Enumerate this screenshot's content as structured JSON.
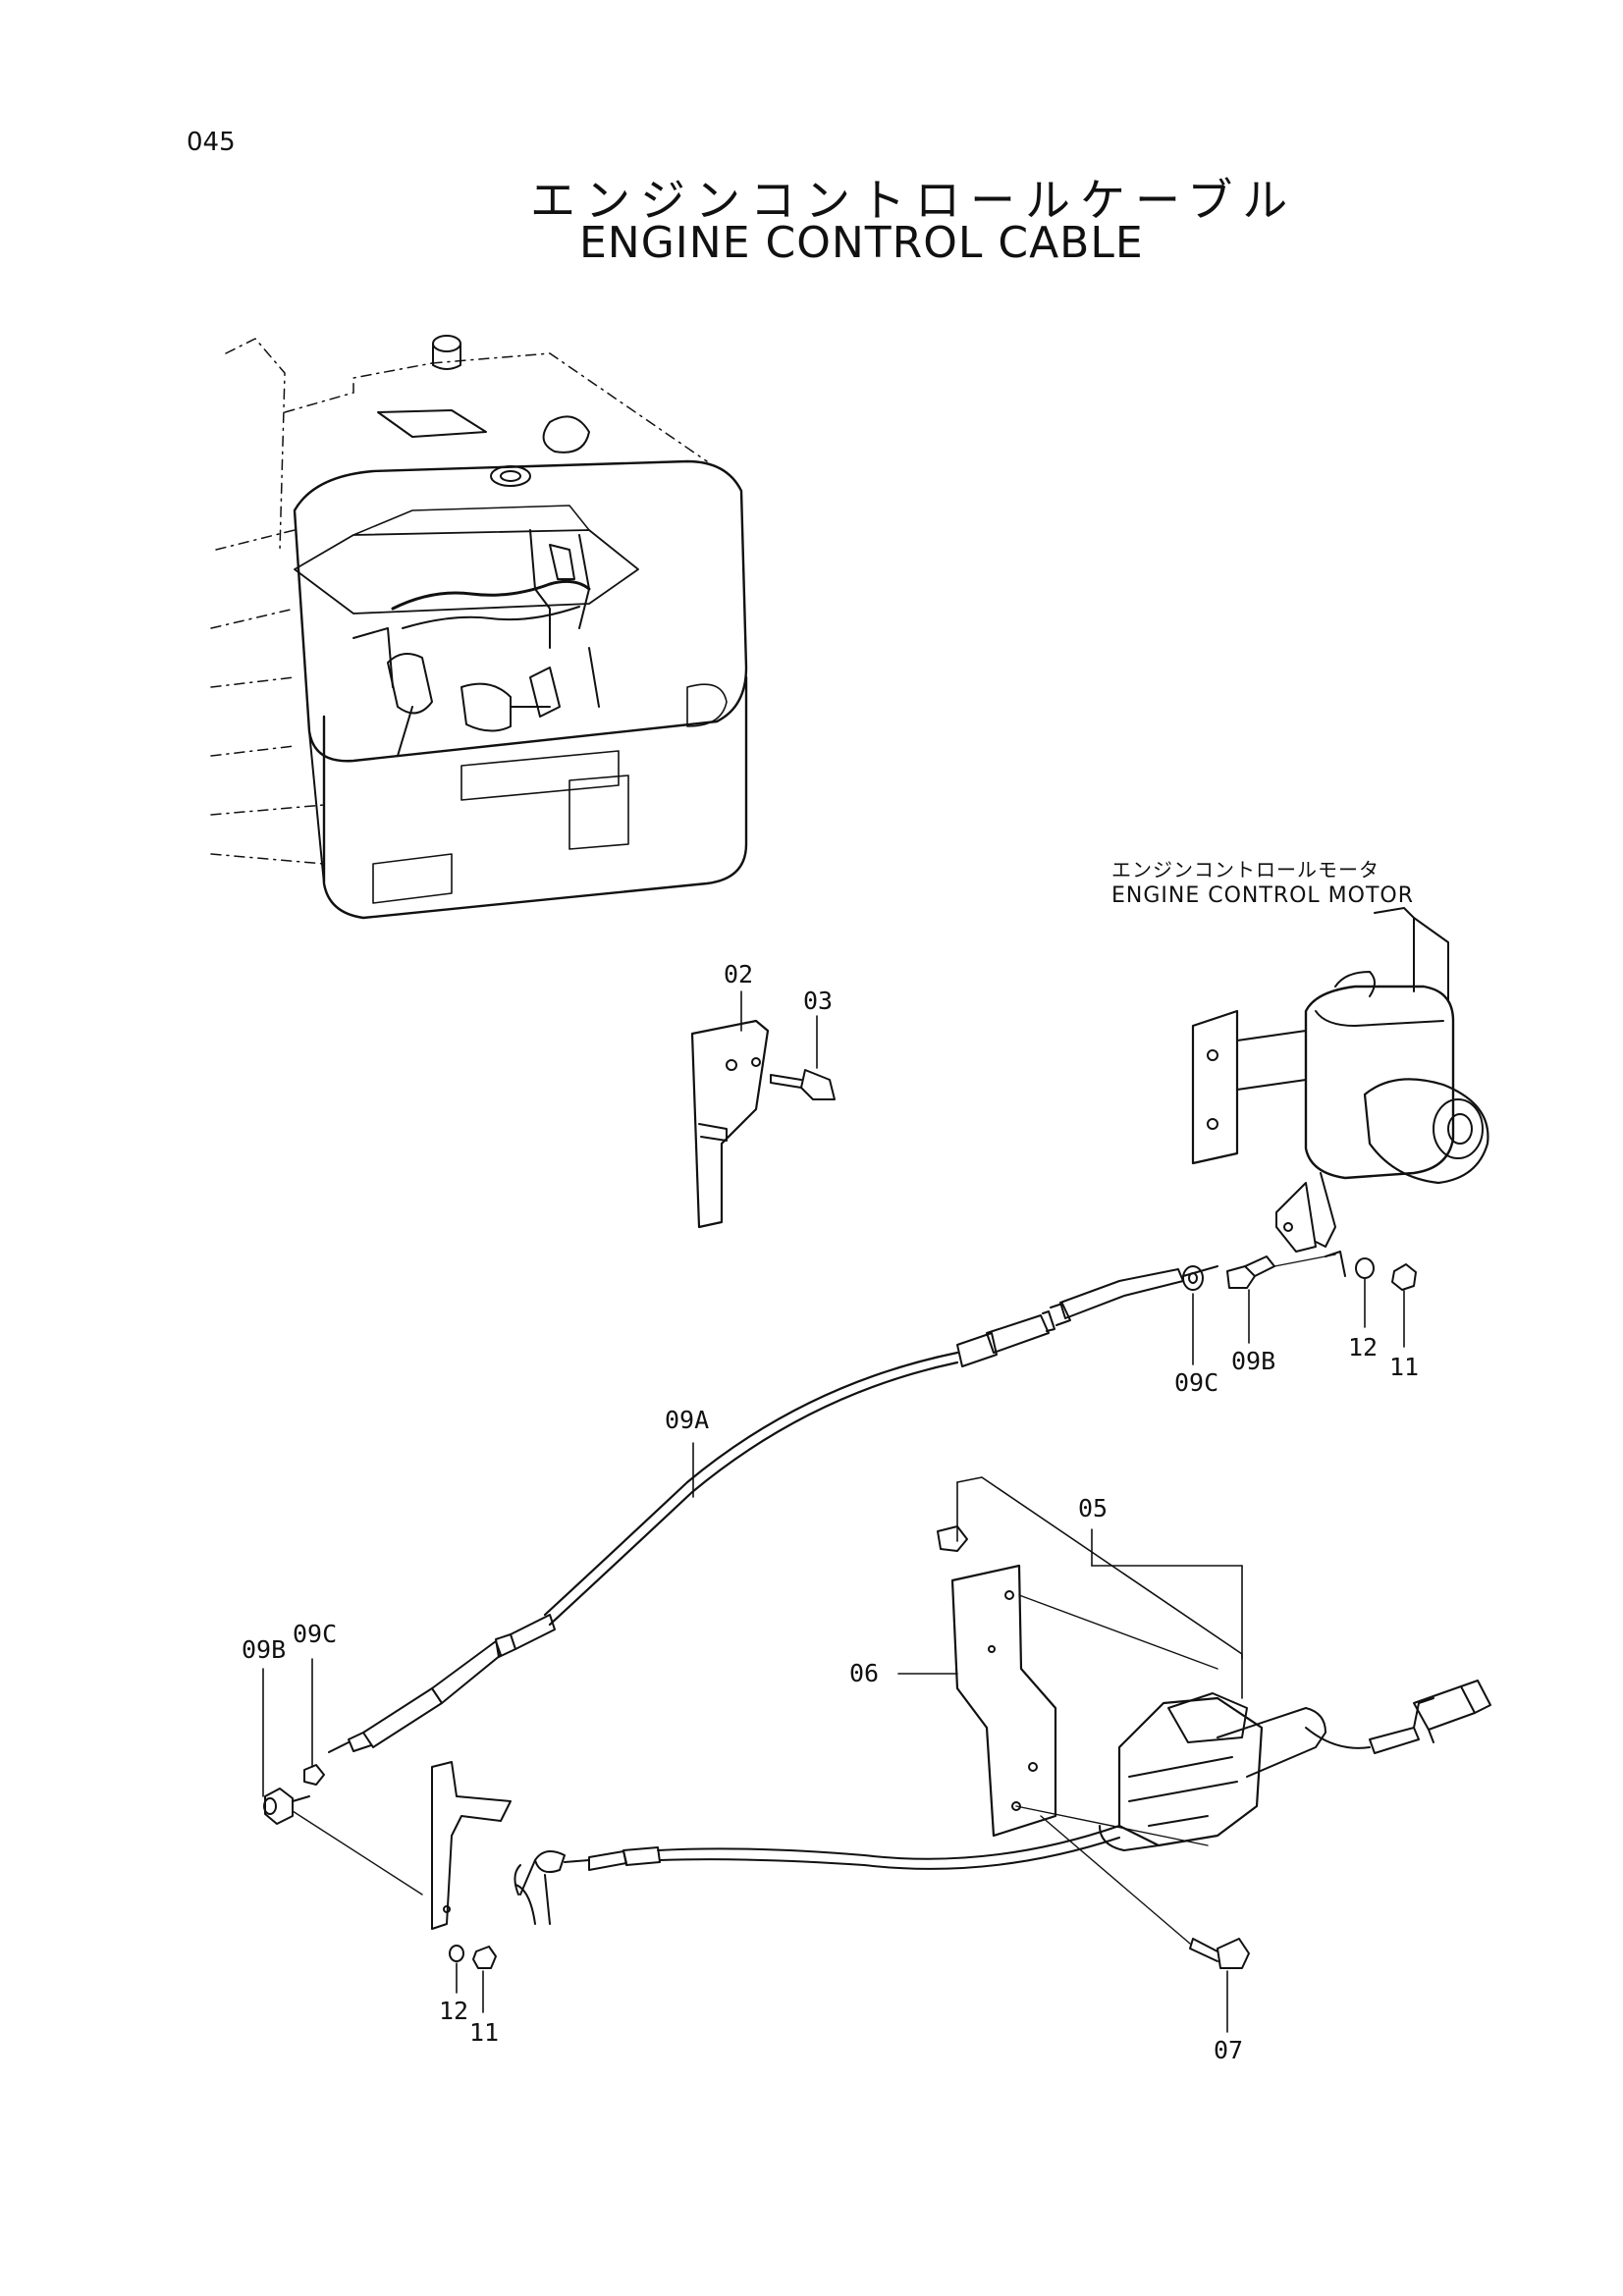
{
  "page_number": "045",
  "title": {
    "japanese": "エンジンコントロールケーブル",
    "english": "ENGINE CONTROL CABLE"
  },
  "subassembly_label": {
    "japanese": "エンジンコントロールモータ",
    "english": "ENGINE CONTROL MOTOR"
  },
  "callouts": {
    "c02": "02",
    "c03": "03",
    "c05": "05",
    "c06": "06",
    "c07": "07",
    "c09a": "09A",
    "c09b_right": "09B",
    "c09c_right": "09C",
    "c09b_left": "09B",
    "c09c_left": "09C",
    "c11_right": "11",
    "c12_right": "12",
    "c11_left": "11",
    "c12_left": "12"
  },
  "colors": {
    "ink": "#111111",
    "paper": "#ffffff"
  }
}
